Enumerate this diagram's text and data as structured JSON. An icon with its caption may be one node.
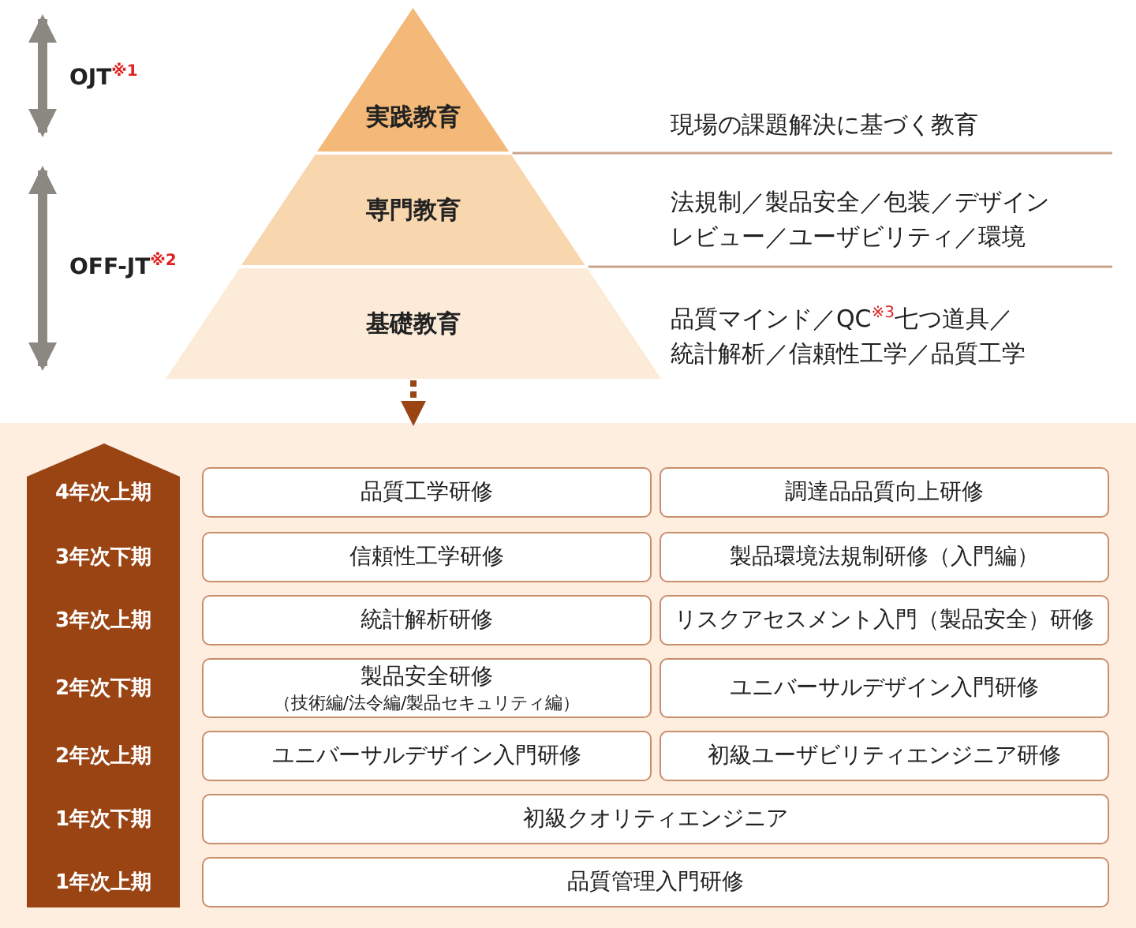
{
  "diagram": {
    "nodes": [
      {
        "text": [
          "実践教育"
        ]
      },
      {
        "text": [
          "専門教育"
        ]
      },
      {
        "text": [
          "基礎教育"
        ]
      },
      {
        "text": [],
        "shape": "box"
      },
      {
        "text": [
          "品質工学研修"
        ],
        "in": 3
      },
      {
        "text": [
          "調達品品質向上研修"
        ],
        "in": 3
      },
      {
        "text": [
          "信頼性工学研修"
        ],
        "in": 3
      },
      {
        "text": [
          "製品環境法規制研修（入門編）"
        ],
        "in": 3
      },
      {
        "text": [
          "統計解析研修"
        ],
        "in": 3
      },
      {
        "text": [
          "リスクアセスメント入門（製品安全）研修"
        ],
        "in": 3
      },
      {
        "text": [
          "製品安全研修",
          "（技術編/法令編/製品セキュリティ編）"
        ],
        "in": 3
      },
      {
        "text": [
          "ユニバーサルデザイン入門研修"
        ],
        "in": 3
      },
      {
        "text": [
          "ユニバーサルデザイン入門研修"
        ],
        "in": 3
      },
      {
        "text": [
          "初級ユーザビリティエンジニア研修"
        ],
        "in": 3
      },
      {
        "text": [
          "初級クオリティエンジニア"
        ],
        "in": 3
      },
      {
        "text": [
          "品質管理入門研修"
        ],
        "in": 3
      }
    ],
    "edges": [
      {
        "from": 2,
        "to": 3,
        "arrow": "to",
        "style": "dashed"
      }
    ],
    "labels": [
      "OJT$^{※1}$",
      "現場の課題解決に基づく教育",
      "法規制／製品安全／包装／デザインレビュー／ユーザビリティ／環境",
      "OFF-JT$^{※2}$",
      "品質マインド／QC$^{※3}$七つ道具／統計解析／信頼性工学／品質工学",
      "4年次上期",
      "3年次下期",
      "3年次上期",
      "2年次下期",
      "2年次上期",
      "1年次下期",
      "1年次上期"
    ]
  }
}
